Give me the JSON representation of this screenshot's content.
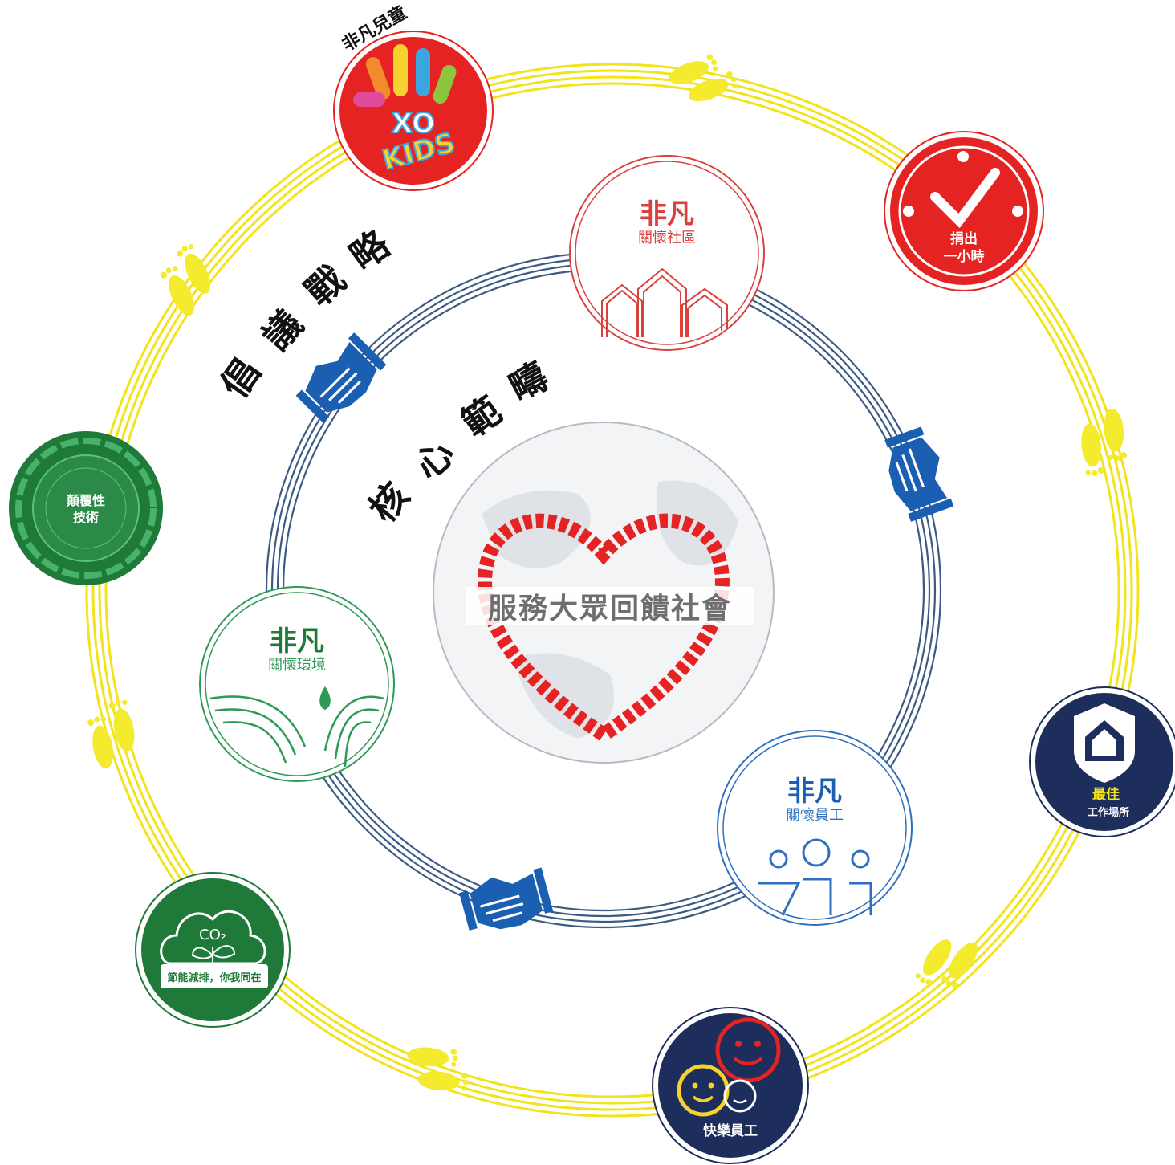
{
  "labels": {
    "core_title": "服務大眾回饋社會",
    "core_ring_chars": [
      "核",
      "心",
      "範",
      "疇"
    ],
    "advocacy_ring_chars": [
      "倡",
      "議",
      "戰",
      "略"
    ]
  },
  "inner_ring": {
    "community": {
      "brand": "非凡",
      "subtitle": "關懷社區"
    },
    "environment": {
      "brand": "非凡",
      "subtitle": "關懷環境"
    },
    "employees": {
      "brand": "非凡",
      "subtitle": "關懷員工"
    }
  },
  "outer_ring": {
    "kids": {
      "title": "非凡兒童",
      "logo_line1": "XO",
      "logo_line2": "KIDS"
    },
    "donate_hour": {
      "line1": "捐出",
      "line2": "一小時"
    },
    "disruptive_tech": {
      "line1": "顛覆性",
      "line2": "技術"
    },
    "best_workplace": {
      "line1": "最佳",
      "line2": "工作場所"
    },
    "carbon": {
      "co2": "CO₂",
      "caption": "節能減排，你我同在"
    },
    "happy_staff": {
      "caption": "快樂員工"
    }
  },
  "colors": {
    "yellow_ring": "#f2e31a",
    "footprint": "#f4ea2e",
    "blue_ring": "#3c5a82",
    "handshake_blue": "#1b5fb3",
    "red": "#e42322",
    "green_dark": "#1f7a3a",
    "green_env": "#2e9a55",
    "navy": "#1e2e5c",
    "community_red": "#d9413f",
    "employee_blue": "#2f6fbf"
  }
}
